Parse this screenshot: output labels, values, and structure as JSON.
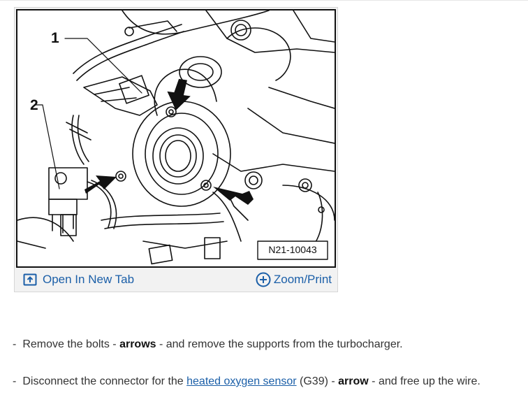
{
  "figure": {
    "callout_1": "1",
    "callout_2": "2",
    "figure_id": "N21-10043",
    "open_new_tab_label": "Open In New Tab",
    "zoom_print_label": "Zoom/Print",
    "icons": [
      "open-in-new-tab-icon",
      "zoom-plus-icon"
    ]
  },
  "instructions": [
    {
      "bullet": "-",
      "before": "Remove the bolts - ",
      "bold": "arrows",
      "after": " - and remove the supports from the turbocharger."
    },
    {
      "bullet": "-",
      "before": "Disconnect the connector for the ",
      "link": "heated oxygen sensor",
      "middle": " (G39) - ",
      "bold": "arrow",
      "after": " - and free up the wire."
    }
  ],
  "colors": {
    "link": "#1b5fa8",
    "text": "#333333",
    "toolbar_bg": "#f2f2f2"
  }
}
